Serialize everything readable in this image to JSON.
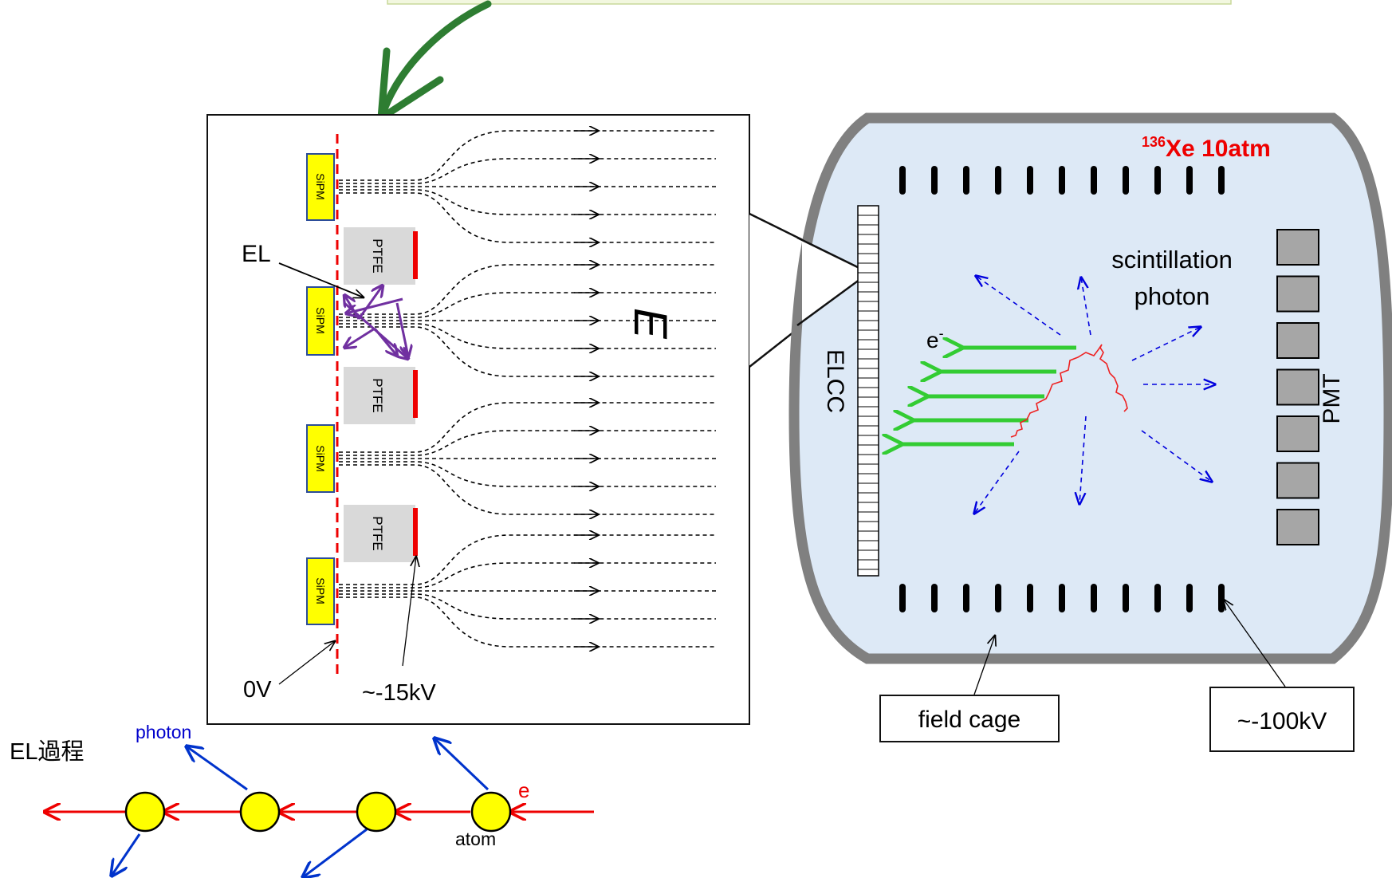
{
  "zoom_panel": {
    "sipm_label": "SiPM",
    "ptfe_label": "PTFE",
    "el_label": "EL",
    "ground_label": "0V",
    "electrode_label": "~-15kV",
    "field_symbol": "E"
  },
  "detector": {
    "gas_label_mass": "136",
    "gas_label": "Xe 10atm",
    "elcc_label": "ELCC",
    "pmt_label": "PMT",
    "photon_label_line1": "scintillation",
    "photon_label_line2": "photon",
    "electron_label": "e",
    "electron_charge": "-",
    "field_cage_label": "field cage",
    "cathode_label": "~-100kV"
  },
  "process": {
    "title": "EL過程",
    "photon_label": "photon",
    "electron_label": "e",
    "atom_label": "atom"
  },
  "colors": {
    "callout_fill": "#f2f7df",
    "callout_arrow": "#2e7d32",
    "chamber_fill": "#dde9f6",
    "chamber_wall": "#808080",
    "sipm_fill": "#ffff00",
    "ptfe_fill": "#d9d9d9",
    "electrode_red": "#ee0000",
    "el_arrows": "#7030a0",
    "green_arrows": "#33cc33",
    "photon_blue": "#0000dd",
    "atom_fill": "#ffff00"
  }
}
